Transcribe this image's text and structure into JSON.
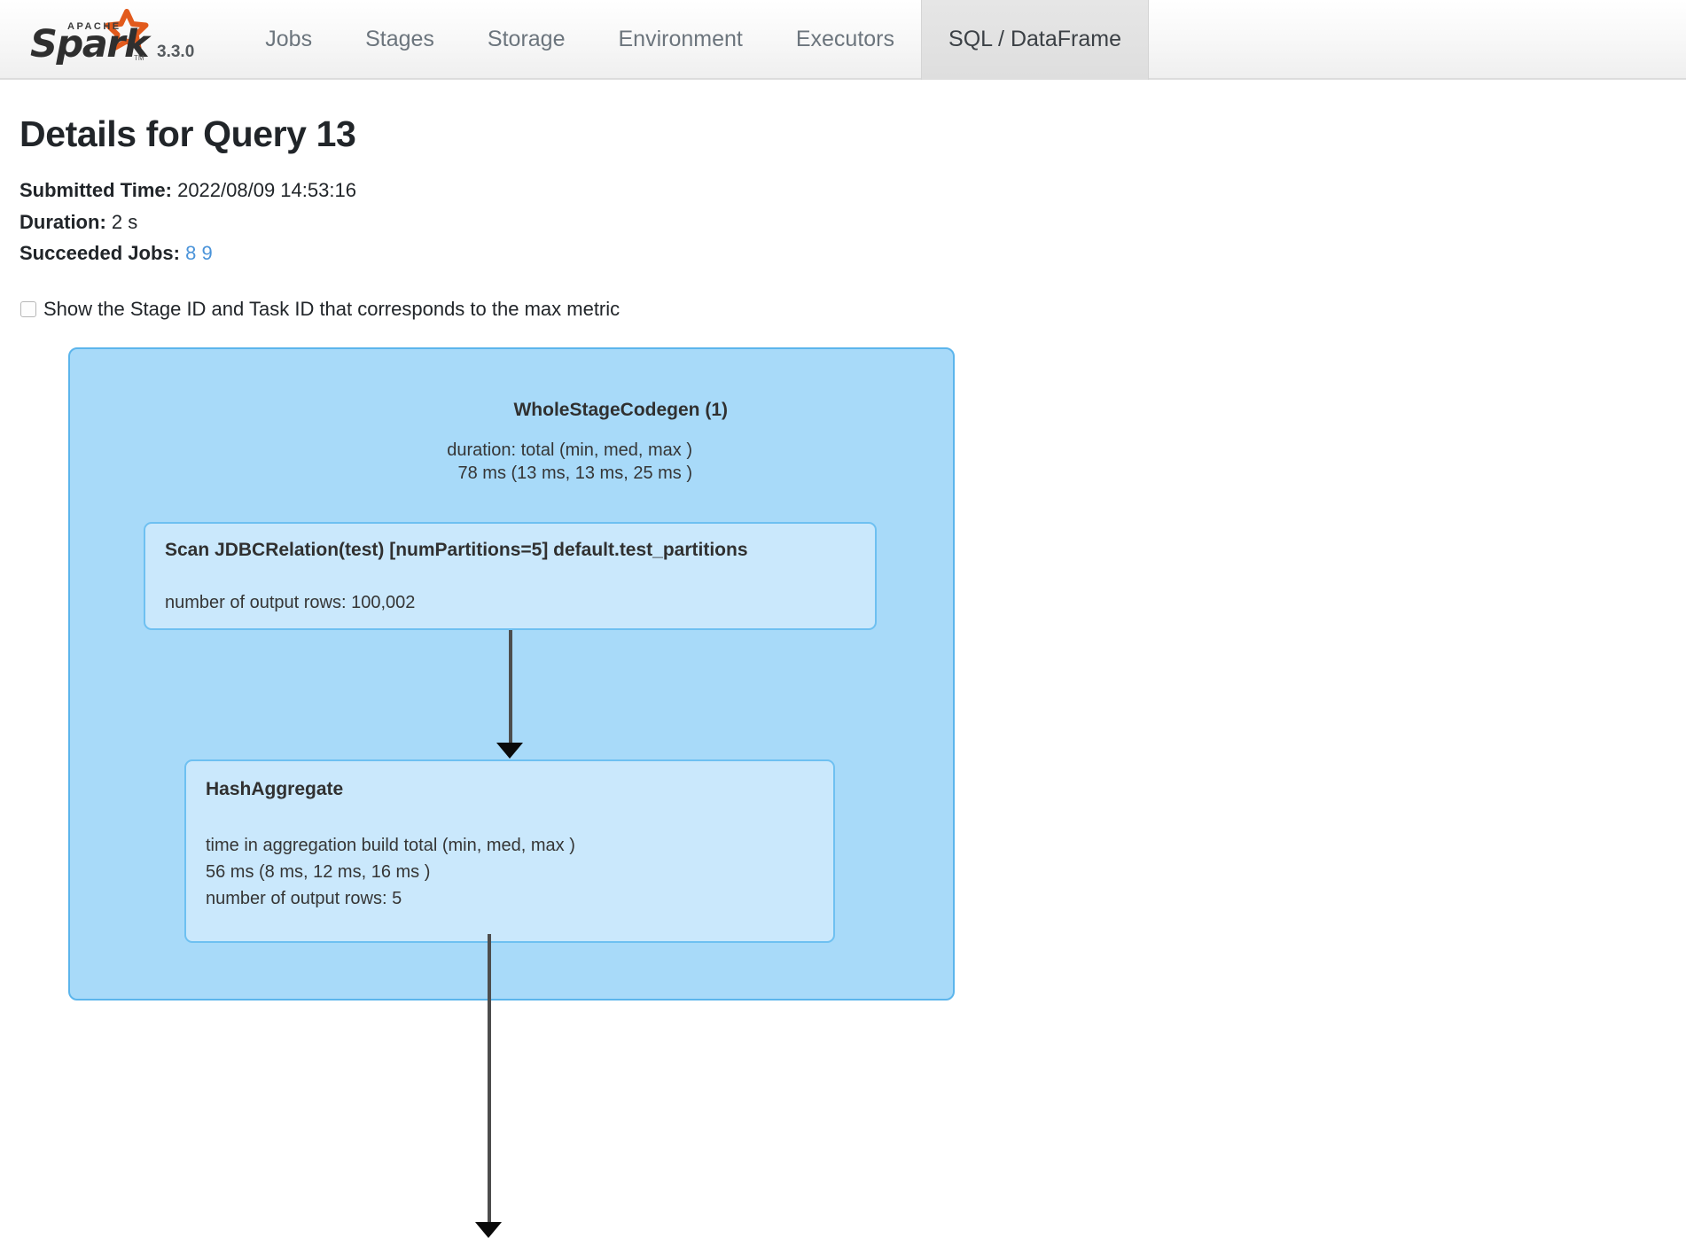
{
  "navbar": {
    "brand": {
      "apache_text": "APACHE",
      "spark_text": "Spark",
      "trademark": "TM",
      "version": "3.3.0"
    },
    "tabs": [
      {
        "label": "Jobs",
        "active": false
      },
      {
        "label": "Stages",
        "active": false
      },
      {
        "label": "Storage",
        "active": false
      },
      {
        "label": "Environment",
        "active": false
      },
      {
        "label": "Executors",
        "active": false
      },
      {
        "label": "SQL / DataFrame",
        "active": true
      }
    ]
  },
  "page": {
    "title": "Details for Query 13",
    "submitted_time_label": "Submitted Time:",
    "submitted_time_value": "2022/08/09 14:53:16",
    "duration_label": "Duration:",
    "duration_value": "2 s",
    "succeeded_jobs_label": "Succeeded Jobs:",
    "succeeded_jobs": [
      "8",
      "9"
    ],
    "checkbox": {
      "label": "Show the Stage ID and Task ID that corresponds to the max metric",
      "checked": false
    }
  },
  "plan_graph": {
    "cluster": {
      "title": "WholeStageCodegen (1)",
      "metrics": "duration: total (min, med, max )\n78 ms (13 ms, 13 ms, 25 ms )"
    },
    "nodes": [
      {
        "id": "scan",
        "title": "Scan JDBCRelation(test) [numPartitions=5] default.test_partitions",
        "metrics": "number of output rows: 100,002"
      },
      {
        "id": "hashaggregate",
        "title": "HashAggregate",
        "metrics": "time in aggregation build total (min, med, max )\n56 ms (8 ms, 12 ms, 16 ms )\nnumber of output rows: 5"
      }
    ]
  },
  "colors": {
    "cluster_fill": "#a8daf9",
    "cluster_border": "#5cb5ec",
    "node_fill": "#cae8fc",
    "node_border": "#6ec0f1",
    "link": "#4a93d9",
    "edge": "#4d4d4d",
    "logo_star": "#e25a1c"
  }
}
